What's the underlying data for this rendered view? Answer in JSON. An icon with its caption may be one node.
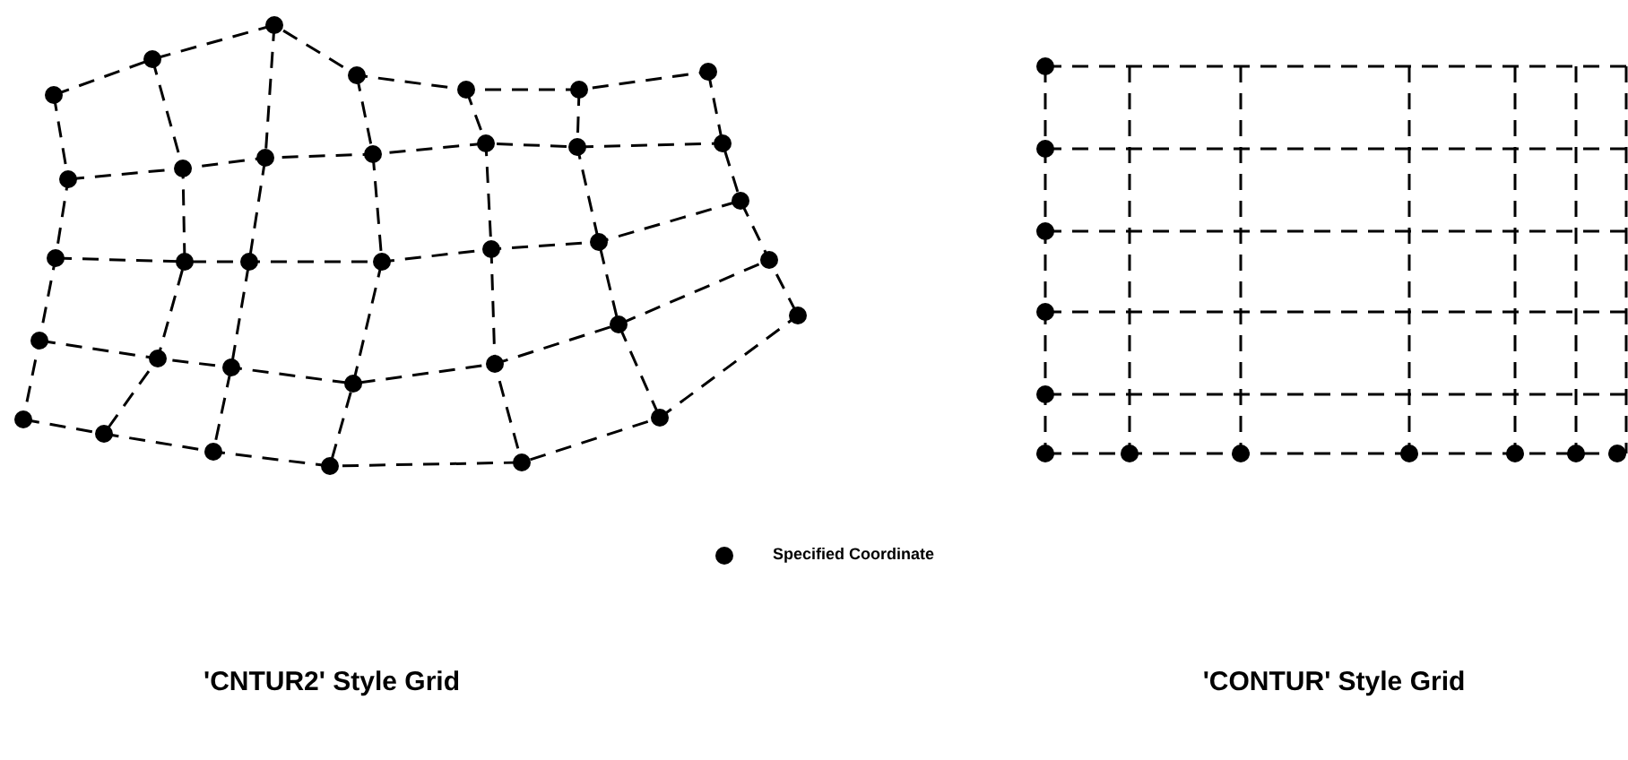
{
  "diagram": {
    "labels": [
      "'CNTUR2' Style Grid",
      "'CONTUR' Style Grid"
    ],
    "legend": [
      {
        "text": "Specified Coordinate"
      }
    ]
  }
}
